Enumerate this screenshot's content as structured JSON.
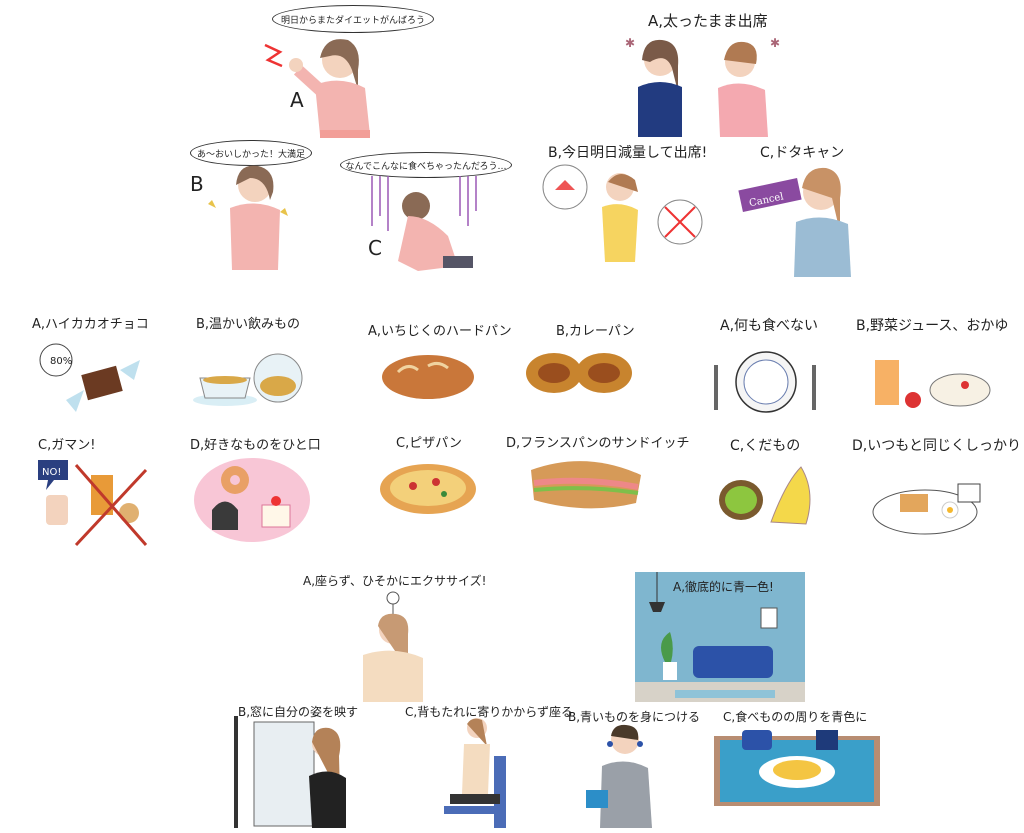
{
  "scene1": {
    "bubble_a": "明日からまたダイエットがんばろう",
    "letter_a": "A",
    "bubble_b": "あ～おいしかった！大満足",
    "letter_b": "B",
    "bubble_c": "なんでこんなに食べちゃったんだろう…",
    "letter_c": "C"
  },
  "scene2": {
    "a": "A,太ったまま出席",
    "b": "B,今日明日減量して出席!",
    "c": "C,ドタキャン",
    "cancel_tag": "Cancel"
  },
  "snacks": {
    "a": "A,ハイカカオチョコ",
    "a_tag": "80%",
    "b": "B,温かい飲みもの",
    "c": "C,ガマン!",
    "c_no": "NO!",
    "d": "D,好きなものをひと口"
  },
  "breads": {
    "a": "A,いちじくのハードパン",
    "b": "B,カレーパン",
    "c": "C,ピザパン",
    "d": "D,フランスパンのサンドイッチ"
  },
  "breakfast": {
    "a": "A,何も食べない",
    "b": "B,野菜ジュース、おかゆ",
    "c": "C,くだもの",
    "d": "D,いつもと同じくしっかり"
  },
  "commute": {
    "a": "A,座らず、ひそかにエクササイズ!",
    "b": "B,窓に自分の姿を映す",
    "c": "C,背もたれに寄りかからず座る"
  },
  "blue": {
    "a": "A,徹底的に青一色!",
    "b": "B,青いものを身につける",
    "c": "C,食べものの周りを青色に"
  }
}
